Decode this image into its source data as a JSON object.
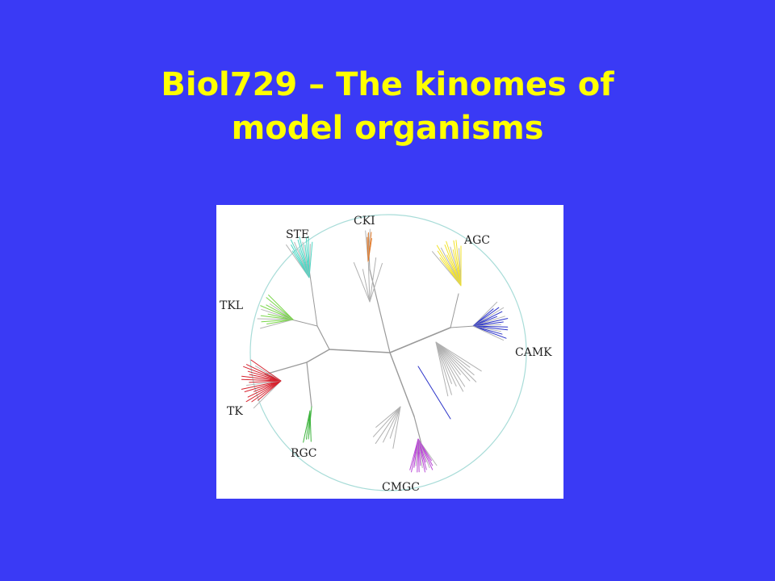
{
  "slide": {
    "title_line1": "Biol729 – The kinomes of",
    "title_line2": "model organisms"
  },
  "figure": {
    "type": "radial kinase phylogenetic tree",
    "groups": [
      {
        "label": "CKI",
        "color": "#e07a2b"
      },
      {
        "label": "AGC",
        "color": "#f2e22a"
      },
      {
        "label": "CAMK",
        "color": "#2b33c9"
      },
      {
        "label": "CMGC",
        "color": "#b94ad6"
      },
      {
        "label": "RGC",
        "color": "#3fb43f"
      },
      {
        "label": "TK",
        "color": "#d6222e"
      },
      {
        "label": "TKL",
        "color": "#7ad64a"
      },
      {
        "label": "STE",
        "color": "#4fd6c4"
      }
    ],
    "circle_color": "#a8dcd8",
    "branch_color": "#9a9a9a"
  }
}
